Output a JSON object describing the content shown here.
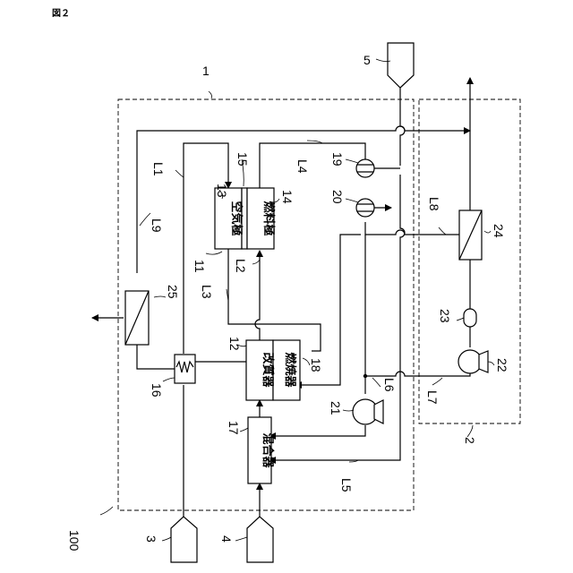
{
  "figure_label": "図２",
  "system_ref": "100",
  "units": {
    "fuel_cell_module": "1",
    "exhaust_heat_unit": "2"
  },
  "sources": {
    "air_supply": "3",
    "fuel_supply": "4",
    "water_tank": "5"
  },
  "components": {
    "cell_stack": "11",
    "reformer_block": "12",
    "air_electrode_num": "13",
    "air_electrode_label": "空気極",
    "fuel_electrode_num": "14",
    "fuel_electrode_label": "燃料極",
    "electrolyte_num": "15",
    "heat_exchanger_16": "16",
    "mixer_num": "17",
    "mixer_label": "混合器",
    "burner_num": "18",
    "burner_label": "燃焼器",
    "reformer_label": "改質器",
    "valve_19": "19",
    "valve_20": "20",
    "pump_21": "21",
    "pump_22": "22",
    "tank_23": "23",
    "heat_exchanger_24": "24",
    "heat_exchanger_25": "25"
  },
  "lines": {
    "L1": "L1",
    "L2": "L2",
    "L3": "L3",
    "L4": "L4",
    "L5": "L5",
    "L6": "L6",
    "L7": "L7",
    "L8": "L8",
    "L9": "L9"
  }
}
